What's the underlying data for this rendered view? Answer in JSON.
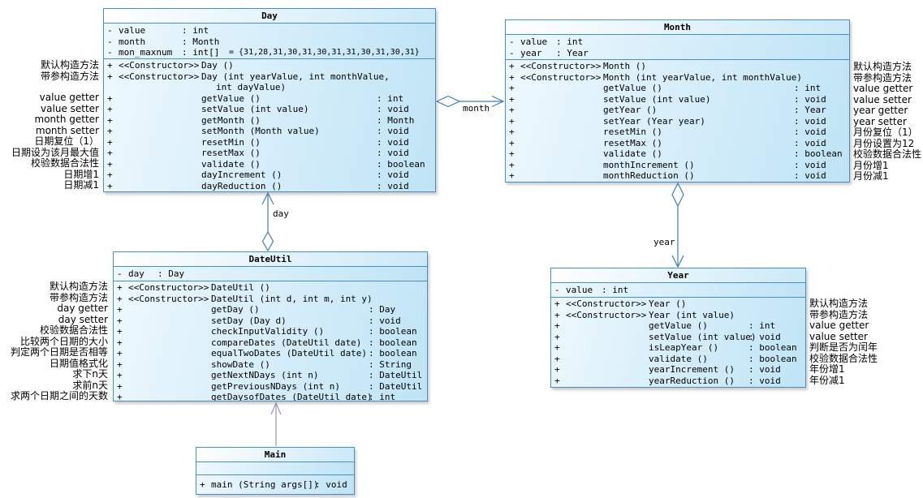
{
  "diagram": {
    "colors": {
      "box_border": "#4a8fc2",
      "box_fill_light": "#eef8fe",
      "box_fill_dark": "#bfe4f6",
      "title_fill_light": "#ffffff",
      "title_fill_dark": "#cbe9f8",
      "connector_blue": "#3f7fb8",
      "connector_purple": "#9b93c9",
      "text": "#000000"
    },
    "classes": [
      {
        "id": "day",
        "title": "Day",
        "attributes": [
          {
            "m": "-",
            "n": "value",
            "t": ": int"
          },
          {
            "m": "-",
            "n": "month",
            "t": ": Month"
          },
          {
            "m": "-",
            "n": "mon_maxnum",
            "t": ": int[]",
            "e": "= {31,28,31,30,31,30,31,31,30,31,30,31}"
          }
        ],
        "methods": [
          {
            "m": "+",
            "s": "<<Constructor>>",
            "n": "Day ()",
            "r": ""
          },
          {
            "m": "+",
            "s": "<<Constructor>>",
            "n": "Day (int yearValue, int monthValue,",
            "r": ""
          },
          {
            "m": "",
            "s": "",
            "n": "int dayValue)",
            "r": "",
            "cont": true
          },
          {
            "m": "+",
            "s": "",
            "n": "getValue ()",
            "r": ": int"
          },
          {
            "m": "+",
            "s": "",
            "n": "setValue (int value)",
            "r": ": void"
          },
          {
            "m": "+",
            "s": "",
            "n": "getMonth ()",
            "r": ": Month"
          },
          {
            "m": "+",
            "s": "",
            "n": "setMonth (Month value)",
            "r": ": void"
          },
          {
            "m": "+",
            "s": "",
            "n": "resetMin ()",
            "r": ": void"
          },
          {
            "m": "+",
            "s": "",
            "n": "resetMax ()",
            "r": ": void"
          },
          {
            "m": "+",
            "s": "",
            "n": "validate ()",
            "r": ": boolean"
          },
          {
            "m": "+",
            "s": "",
            "n": "dayIncrement ()",
            "r": ": void"
          },
          {
            "m": "+",
            "s": "",
            "n": "dayReduction ()",
            "r": ": void"
          }
        ]
      },
      {
        "id": "month",
        "title": "Month",
        "attributes": [
          {
            "m": "-",
            "n": "value",
            "t": ": int"
          },
          {
            "m": "-",
            "n": "year",
            "t": ": Year"
          }
        ],
        "methods": [
          {
            "m": "+",
            "s": "<<Constructor>>",
            "n": "Month ()",
            "r": ""
          },
          {
            "m": "+",
            "s": "<<Constructor>>",
            "n": "Month (int yearValue, int monthValue)",
            "r": ""
          },
          {
            "m": "+",
            "s": "",
            "n": "getValue ()",
            "r": ": int"
          },
          {
            "m": "+",
            "s": "",
            "n": "setValue (int value)",
            "r": ": void"
          },
          {
            "m": "+",
            "s": "",
            "n": "getYear ()",
            "r": ": Year"
          },
          {
            "m": "+",
            "s": "",
            "n": "setYear (Year year)",
            "r": ": void"
          },
          {
            "m": "+",
            "s": "",
            "n": "resetMin ()",
            "r": ": void"
          },
          {
            "m": "+",
            "s": "",
            "n": "resetMax ()",
            "r": ": void"
          },
          {
            "m": "+",
            "s": "",
            "n": "validate ()",
            "r": ": boolean"
          },
          {
            "m": "+",
            "s": "",
            "n": "monthIncrement ()",
            "r": ": void"
          },
          {
            "m": "+",
            "s": "",
            "n": "monthReduction ()",
            "r": ": void"
          }
        ]
      },
      {
        "id": "dateutil",
        "title": "DateUtil",
        "attributes": [
          {
            "m": "-",
            "n": "day",
            "t": ": Day"
          }
        ],
        "methods": [
          {
            "m": "+",
            "s": "<<Constructor>>",
            "n": "DateUtil ()",
            "r": ""
          },
          {
            "m": "+",
            "s": "<<Constructor>>",
            "n": "DateUtil (int d, int m, int y)",
            "r": ""
          },
          {
            "m": "+",
            "s": "",
            "n": "getDay ()",
            "r": ": Day"
          },
          {
            "m": "+",
            "s": "",
            "n": "setDay (Day d)",
            "r": ": void"
          },
          {
            "m": "+",
            "s": "",
            "n": "checkInputValidity ()",
            "r": ": boolean"
          },
          {
            "m": "+",
            "s": "",
            "n": "compareDates (DateUtil date)",
            "r": ": boolean"
          },
          {
            "m": "+",
            "s": "",
            "n": "equalTwoDates (DateUtil date)",
            "r": ": boolean"
          },
          {
            "m": "+",
            "s": "",
            "n": "showDate ()",
            "r": ": String"
          },
          {
            "m": "+",
            "s": "",
            "n": "getNextNDays (int n)",
            "r": ": DateUtil"
          },
          {
            "m": "+",
            "s": "",
            "n": "getPreviousNDays (int n)",
            "r": ": DateUtil"
          },
          {
            "m": "+",
            "s": "",
            "n": "getDaysofDates (DateUtil date)",
            "r": ": int"
          }
        ]
      },
      {
        "id": "year",
        "title": "Year",
        "attributes": [
          {
            "m": "-",
            "n": "value",
            "t": ": int"
          }
        ],
        "methods": [
          {
            "m": "+",
            "s": "<<Constructor>>",
            "n": "Year ()",
            "r": ""
          },
          {
            "m": "+",
            "s": "<<Constructor>>",
            "n": "Year (int value)",
            "r": ""
          },
          {
            "m": "+",
            "s": "",
            "n": "getValue ()",
            "r": ": int"
          },
          {
            "m": "+",
            "s": "",
            "n": "setValue (int value)",
            "r": ": void"
          },
          {
            "m": "+",
            "s": "",
            "n": "isLeapYear ()",
            "r": ": boolean"
          },
          {
            "m": "+",
            "s": "",
            "n": "validate ()",
            "r": ": boolean"
          },
          {
            "m": "+",
            "s": "",
            "n": "yearIncrement ()",
            "r": ": void"
          },
          {
            "m": "+",
            "s": "",
            "n": "yearReduction ()",
            "r": ": void"
          }
        ]
      },
      {
        "id": "main",
        "title": "Main",
        "attributes": [],
        "methods": [
          {
            "m": "+",
            "s": "",
            "n": "main (String args[])",
            "r": ": void"
          }
        ]
      }
    ],
    "connectors": [
      {
        "id": "day-month",
        "from": "Day",
        "to": "Month",
        "label": "month",
        "kind": "aggregation"
      },
      {
        "id": "dateutil-day",
        "from": "DateUtil",
        "to": "Day",
        "label": "day",
        "kind": "aggregation"
      },
      {
        "id": "month-year",
        "from": "Month",
        "to": "Year",
        "label": "year",
        "kind": "aggregation"
      },
      {
        "id": "main-dateutil",
        "from": "Main",
        "to": "DateUtil",
        "label": "",
        "kind": "association"
      }
    ],
    "annotations": {
      "day_top": [
        "默认构造方法",
        "带参构造方法"
      ],
      "day_main": [
        "value getter",
        "value setter",
        "month getter",
        "month setter",
        "日期复位（1）",
        "日期设为该月最大值",
        "校验数据合法性",
        "日期增1",
        "日期减1"
      ],
      "dateutil": [
        "默认构造方法",
        "带参构造方法",
        "day getter",
        "day setter",
        "校验数据合法性",
        "比较两个日期的大小",
        "判定两个日期是否相等",
        "日期值格式化",
        "求下n天",
        "求前n天",
        "求两个日期之间的天数"
      ],
      "month": [
        "默认构造方法",
        "带参构造方法",
        "value getter",
        "value setter",
        "year getter",
        "year setter",
        "月份复位（1）",
        "月份设置为12",
        "校验数据合法性",
        "月份增1",
        "月份减1"
      ],
      "year": [
        "默认构造方法",
        "带参构造方法",
        "value getter",
        "value setter",
        "判断是否为闰年",
        "校验数据合法性",
        "年份增1",
        "年份减1"
      ]
    }
  }
}
